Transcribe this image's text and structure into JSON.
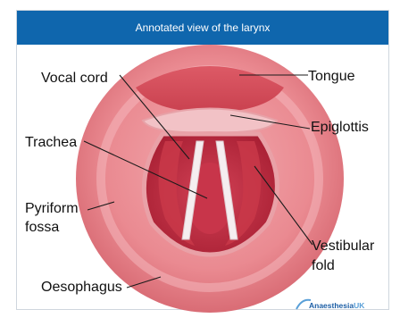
{
  "title": "Annotated view of the larynx",
  "labels": {
    "vocal_cord": "Vocal cord",
    "tongue": "Tongue",
    "epiglottis": "Epiglottis",
    "trachea": "Trachea",
    "pyriform": "Pyriform",
    "fossa": "fossa",
    "vestibular": "Vestibular",
    "fold": "fold",
    "oesophagus": "Oesophagus"
  },
  "logo": {
    "brand": "Anaesthesia",
    "suffix": "UK"
  },
  "colors": {
    "header": "#0f66ad",
    "outer_tissue": "#e9848c",
    "tongue": "#d9505c",
    "glottis_cavity": "#b8253a",
    "vocal_cords": "#f3e8ea"
  }
}
